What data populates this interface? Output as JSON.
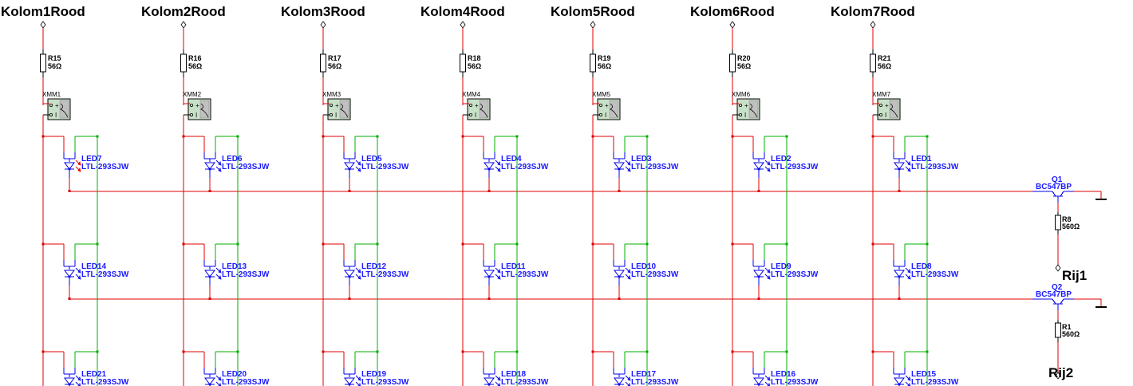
{
  "schematic": {
    "colors": {
      "wire_red": "#e00000",
      "wire_green": "#00b000",
      "component_blue": "#0000ee",
      "led_on_red": "#ee0000",
      "meter_fill": "#c8e0c8",
      "meter_display": "#c0c0c0"
    },
    "columns": [
      {
        "title": "Kolom1Rood",
        "resistor": {
          "ref": "R15",
          "value": "56Ω"
        },
        "meter": "XMM1"
      },
      {
        "title": "Kolom2Rood",
        "resistor": {
          "ref": "R16",
          "value": "56Ω"
        },
        "meter": "XMM2"
      },
      {
        "title": "Kolom3Rood",
        "resistor": {
          "ref": "R17",
          "value": "56Ω"
        },
        "meter": "XMM3"
      },
      {
        "title": "Kolom4Rood",
        "resistor": {
          "ref": "R18",
          "value": "56Ω"
        },
        "meter": "XMM4"
      },
      {
        "title": "Kolom5Rood",
        "resistor": {
          "ref": "R19",
          "value": "56Ω"
        },
        "meter": "XMM5"
      },
      {
        "title": "Kolom6Rood",
        "resistor": {
          "ref": "R20",
          "value": "56Ω"
        },
        "meter": "XMM6"
      },
      {
        "title": "Kolom7Rood",
        "resistor": {
          "ref": "R21",
          "value": "56Ω"
        },
        "meter": "XMM7"
      }
    ],
    "led_part": "LTL-293SJW",
    "led_rows": [
      [
        "LED7",
        "LED6",
        "LED5",
        "LED4",
        "LED3",
        "LED2",
        "LED1"
      ],
      [
        "LED14",
        "LED13",
        "LED12",
        "LED11",
        "LED10",
        "LED9",
        "LED8"
      ],
      [
        "LED21",
        "LED20",
        "LED19",
        "LED18",
        "LED17",
        "LED16",
        "LED15"
      ]
    ],
    "lit_leds": [
      "LED7"
    ],
    "rows": [
      {
        "title": "Rij1",
        "transistor": {
          "ref": "Q1",
          "part": "BC547BP"
        },
        "resistor": {
          "ref": "R8",
          "value": "560Ω"
        }
      },
      {
        "title": "Rij2",
        "transistor": {
          "ref": "Q2",
          "part": "BC547BP"
        },
        "resistor": {
          "ref": "R1",
          "value": "560Ω"
        }
      }
    ]
  }
}
